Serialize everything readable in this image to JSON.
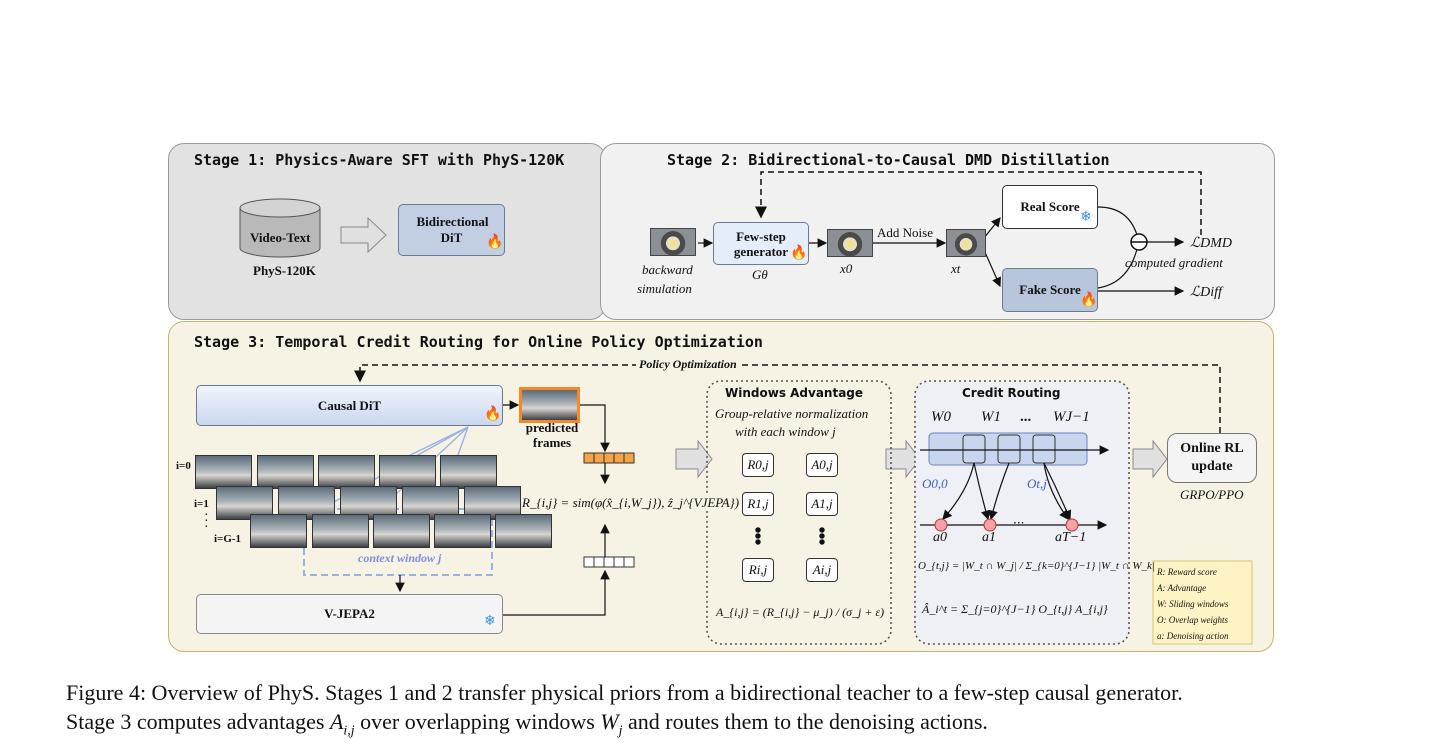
{
  "stage1": {
    "title": "Stage 1: Physics-Aware SFT with PhyS-120K",
    "cylinder_label": "Video-Text",
    "cylinder_caption": "PhyS-120K",
    "dit_label": "Bidirectional DiT"
  },
  "stage2": {
    "title": "Stage 2:  Bidirectional-to-Causal DMD Distillation",
    "input_caption_1": "backward",
    "input_caption_2": "simulation",
    "generator_label": "Few-step generator",
    "generator_symbol": "Gθ",
    "x0": "x0",
    "add_noise": "Add Noise",
    "xt": "xt",
    "real_score": "Real Score",
    "fake_score": "Fake Score",
    "computed_gradient": "computed gradient",
    "loss_dmd": "ℒDMD",
    "loss_diff": "ℒDiff"
  },
  "stage3": {
    "title": "Stage 3: Temporal Credit Routing for Online Policy Optimization",
    "policy_opt": "Policy Optimization",
    "causal_dit": "Causal DiT",
    "predicted_frames": "predicted frames",
    "row_labels": [
      "i=0",
      "i=1",
      "i=G-1"
    ],
    "context_window": "context window j",
    "vjepa": "V-JEPA2",
    "reward_formula": "R_{i,j} = sim(φ(x̂_{i,W_j}), ẑ_j^{VJEPA})",
    "windows_adv_title": "Windows Advantage",
    "windows_adv_sub_1": "Group-relative normalization",
    "windows_adv_sub_2": "with each window j",
    "r_boxes": [
      "R0,j",
      "R1,j",
      "Ri,j"
    ],
    "a_boxes": [
      "A0,j",
      "A1,j",
      "Ai,j"
    ],
    "adv_formula": "A_{i,j} = (R_{i,j} − μ_j) / (σ_j + ε)",
    "credit_title": "Credit Routing",
    "windows": [
      "W0",
      "W1",
      "...",
      "WJ−1"
    ],
    "overlap_labels": [
      "O0,0",
      "Ot,j"
    ],
    "actions": [
      "a0",
      "a1",
      "aT−1"
    ],
    "overlap_formula": "O_{t,j} = |W_t ∩ W_j| / Σ_{k=0}^{J−1} |W_t ∩ W_k|",
    "advantage_formula": "Â_i^t = Σ_{j=0}^{J−1} O_{t,j} A_{i,j}",
    "online_rl": "Online RL update",
    "grpo": "GRPO/PPO",
    "legend": [
      "R: Reward score",
      "A: Advantage",
      "W: Sliding windows",
      "O: Overlap weights",
      "a: Denoising action"
    ]
  },
  "caption": {
    "line1": "Figure 4: Overview of PhyS. Stages 1 and 2 transfer physical priors from a bidirectional teacher to a few-step causal generator.",
    "line2_a": "Stage 3 computes advantages ",
    "line2_b": "A",
    "line2_c": "i,j",
    "line2_d": " over overlapping windows ",
    "line2_e": "W",
    "line2_f": "j",
    "line2_g": " and routes them to the denoising actions."
  },
  "colors": {
    "stage1_bg": "#e2e2e2",
    "stage2_bg": "#f1f1f1",
    "stage3_bg": "#f7f3e4",
    "dit_fill": "#c2cfe3",
    "legend_bg": "#fdf3c4",
    "accent_blue": "#3b5bd6"
  }
}
